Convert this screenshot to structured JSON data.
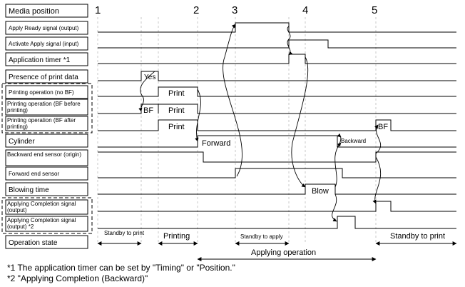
{
  "rows": [
    {
      "label": "Media position"
    },
    {
      "label": "Apply Ready signal (output)"
    },
    {
      "label": "Activate Apply signal (input)"
    },
    {
      "label": "Application timer *1"
    },
    {
      "label": "Presence of print data"
    },
    {
      "label": "Printing operation (no BF)"
    },
    {
      "label": "Printing operation (BF before printing)"
    },
    {
      "label": "Printing operation (BF after printing)"
    },
    {
      "label": "Cylinder"
    },
    {
      "label": "Backward end sensor (origin)"
    },
    {
      "label": "Forward end sensor"
    },
    {
      "label": "Blowing time"
    },
    {
      "label": "Applying Completion signal (output)"
    },
    {
      "label": "Applying Completion signal (output) *2"
    },
    {
      "label": "Operation state"
    }
  ],
  "steps": [
    "1",
    "2",
    "3",
    "4",
    "5"
  ],
  "pulses": {
    "yes": "Yes",
    "print_no_bf": "Print",
    "bf_before": "BF",
    "print_bf_before": "Print",
    "print_bf_after": "Print",
    "bf_after": "BF",
    "forward": "Forward",
    "backward": "Backward",
    "blow": "Blow"
  },
  "states": {
    "standby_print": "Standby to print",
    "printing": "Printing",
    "standby_apply": "Standby to apply",
    "standby_print_2": "Standby to print",
    "applying": "Applying operation"
  },
  "footnotes": [
    "*1 The application timer can be set by \"Timing\" or \"Position.\"",
    "*2 \"Applying Completion (Backward)\""
  ]
}
